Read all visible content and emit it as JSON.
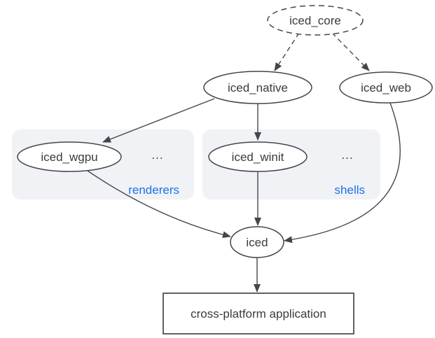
{
  "diagram": {
    "description": "iced crate ecosystem dependency graph",
    "nodes": {
      "iced_core": {
        "label": "iced_core",
        "shape": "ellipse",
        "border": "dashed"
      },
      "iced_native": {
        "label": "iced_native",
        "shape": "ellipse",
        "border": "solid"
      },
      "iced_web": {
        "label": "iced_web",
        "shape": "ellipse",
        "border": "solid"
      },
      "iced_wgpu": {
        "label": "iced_wgpu",
        "shape": "ellipse",
        "border": "solid"
      },
      "iced_winit": {
        "label": "iced_winit",
        "shape": "ellipse",
        "border": "solid"
      },
      "iced": {
        "label": "iced",
        "shape": "ellipse",
        "border": "solid"
      },
      "app": {
        "label": "cross-platform application",
        "shape": "rectangle",
        "border": "solid"
      }
    },
    "groups": {
      "renderers": {
        "label": "renderers",
        "ellipsis": "...",
        "contains": [
          "iced_wgpu"
        ]
      },
      "shells": {
        "label": "shells",
        "ellipsis": "...",
        "contains": [
          "iced_winit"
        ]
      }
    },
    "edges": [
      {
        "from": "iced_core",
        "to": "iced_native",
        "style": "dashed"
      },
      {
        "from": "iced_core",
        "to": "iced_web",
        "style": "dashed"
      },
      {
        "from": "iced_native",
        "to": "iced_wgpu",
        "style": "solid"
      },
      {
        "from": "iced_native",
        "to": "iced_winit",
        "style": "solid"
      },
      {
        "from": "iced_wgpu",
        "to": "iced",
        "style": "solid"
      },
      {
        "from": "iced_winit",
        "to": "iced",
        "style": "solid"
      },
      {
        "from": "iced_web",
        "to": "iced",
        "style": "solid"
      },
      {
        "from": "iced",
        "to": "app",
        "style": "solid"
      }
    ],
    "colors": {
      "background": "#ffffff",
      "stroke": "#42474d",
      "text": "#383b3f",
      "group_background": "#f0f2f6",
      "group_label": "#1a73e8"
    }
  }
}
